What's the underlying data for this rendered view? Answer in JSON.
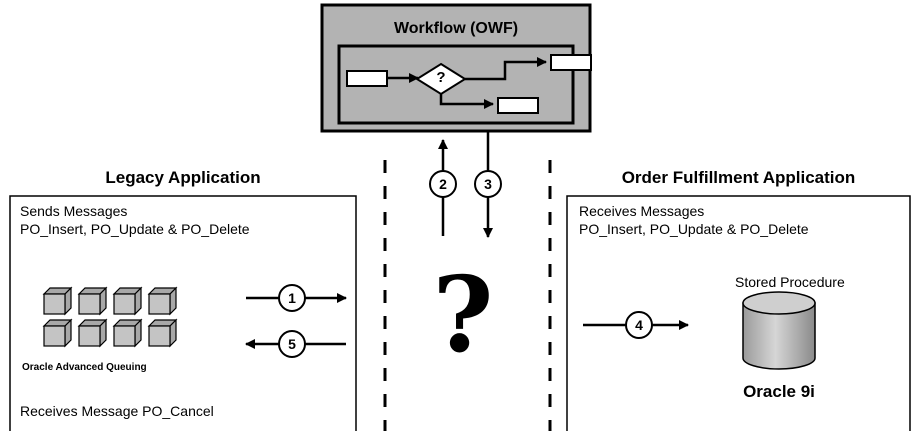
{
  "workflow": {
    "title": "Workflow (OWF)",
    "decision_symbol": "?"
  },
  "legacy": {
    "title": "Legacy Application",
    "sends_heading": "Sends Messages",
    "sends_list": "PO_Insert, PO_Update & PO_Delete",
    "queue_label": "Oracle Advanced Queuing",
    "receives_text": "Receives Message PO_Cancel"
  },
  "fulfillment": {
    "title": "Order Fulfillment Application",
    "receives_heading": "Receives Messages",
    "receives_list": "PO_Insert, PO_Update & PO_Delete",
    "stored_procedure": "Stored Procedure",
    "db_label": "Oracle 9i"
  },
  "middle": {
    "question_mark": "?"
  },
  "steps": {
    "s1": "1",
    "s2": "2",
    "s3": "3",
    "s4": "4",
    "s5": "5"
  }
}
